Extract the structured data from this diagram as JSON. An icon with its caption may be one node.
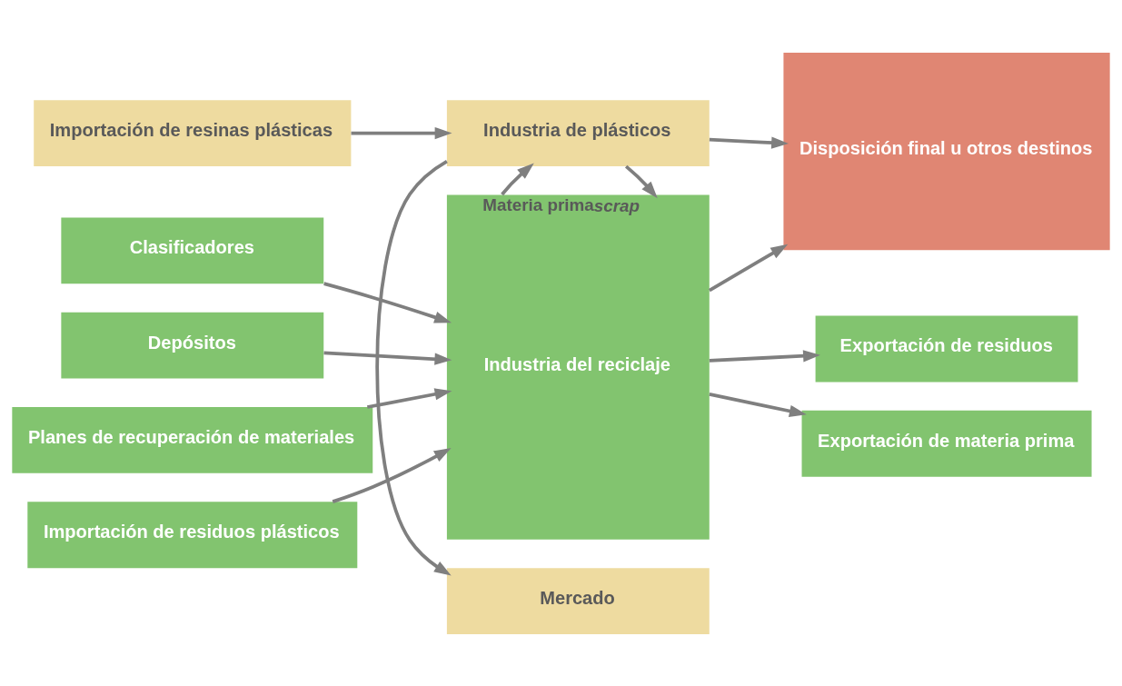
{
  "diagram": {
    "nodes": [
      {
        "text": [
          "Mercado"
        ]
      },
      {
        "text": [
          "Importación de resinas plásticas"
        ]
      },
      {
        "text": [
          "Industria de plásticos"
        ]
      },
      {
        "text": [
          "Disposición final u otros destinos"
        ]
      },
      {
        "text": [
          "Clasificadores"
        ]
      },
      {
        "text": [
          "Depósitos"
        ]
      },
      {
        "text": [
          "Planes de recuperación de materiales"
        ]
      },
      {
        "text": [
          "Importación de residuos plásticos"
        ]
      },
      {
        "text": [
          "Industria del reciclaje"
        ]
      },
      {
        "text": [
          "Exportación de residuos"
        ]
      },
      {
        "text": [
          "Exportación de materia prima"
        ]
      }
    ],
    "edges": [
      {
        "from": 2,
        "to": 0,
        "arrow": "to"
      },
      {
        "from": 1,
        "to": 2,
        "arrow": "to"
      },
      {
        "from": 2,
        "to": 3,
        "arrow": "to"
      },
      {
        "from": 2,
        "to": 8,
        "arrow": "to",
        "label": "scrap"
      },
      {
        "from": 8,
        "to": 2,
        "arrow": "to",
        "label": "Materia prima"
      },
      {
        "from": 4,
        "to": 8,
        "arrow": "to"
      },
      {
        "from": 5,
        "to": 8,
        "arrow": "to"
      },
      {
        "from": 6,
        "to": 8,
        "arrow": "to"
      },
      {
        "from": 7,
        "to": 8,
        "arrow": "to"
      },
      {
        "from": 8,
        "to": 3,
        "arrow": "to"
      },
      {
        "from": 8,
        "to": 9,
        "arrow": "to"
      },
      {
        "from": 8,
        "to": 10,
        "arrow": "to"
      }
    ]
  }
}
